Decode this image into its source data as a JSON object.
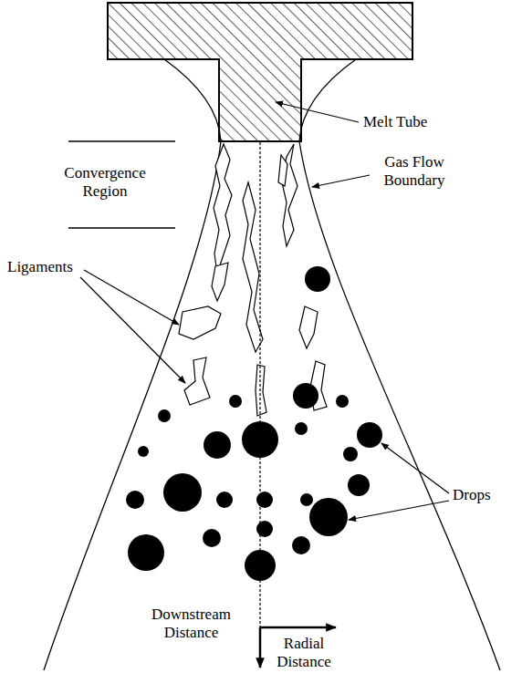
{
  "diagram": {
    "labels": [
      "Melt Tube",
      "Convergence Region",
      "Gas Flow Boundary",
      "Ligaments",
      "Drops",
      "Downstream Distance",
      "Radial Distance"
    ]
  }
}
